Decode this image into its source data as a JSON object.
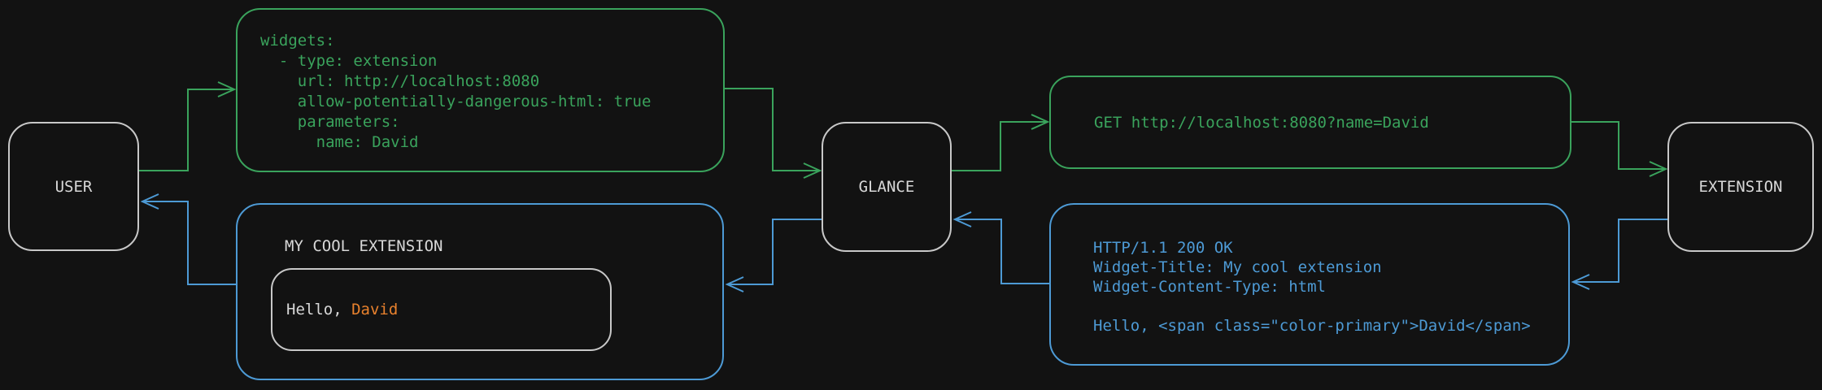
{
  "colors": {
    "background": "#121212",
    "green": "#3aa35c",
    "blue": "#4d9ad5",
    "gray_border": "#c8c8c8",
    "label_text": "#d8d8d8",
    "orange": "#e8812d"
  },
  "nodes": {
    "user": {
      "label": "USER"
    },
    "glance": {
      "label": "GLANCE"
    },
    "extension": {
      "label": "EXTENSION"
    }
  },
  "config_box": {
    "lines": [
      "widgets:",
      "  - type: extension",
      "    url: http://localhost:8080",
      "    allow-potentially-dangerous-html: true",
      "    parameters:",
      "      name: David"
    ]
  },
  "request_box": {
    "text": "GET http://localhost:8080?name=David"
  },
  "response_box": {
    "lines": [
      "HTTP/1.1 200 OK",
      "Widget-Title: My cool extension",
      "Widget-Content-Type: html",
      "",
      "Hello, <span class=\"color-primary\">David</span>"
    ]
  },
  "widget_box": {
    "title": "MY COOL EXTENSION",
    "greeting_prefix": "Hello, ",
    "greeting_name": "David"
  }
}
